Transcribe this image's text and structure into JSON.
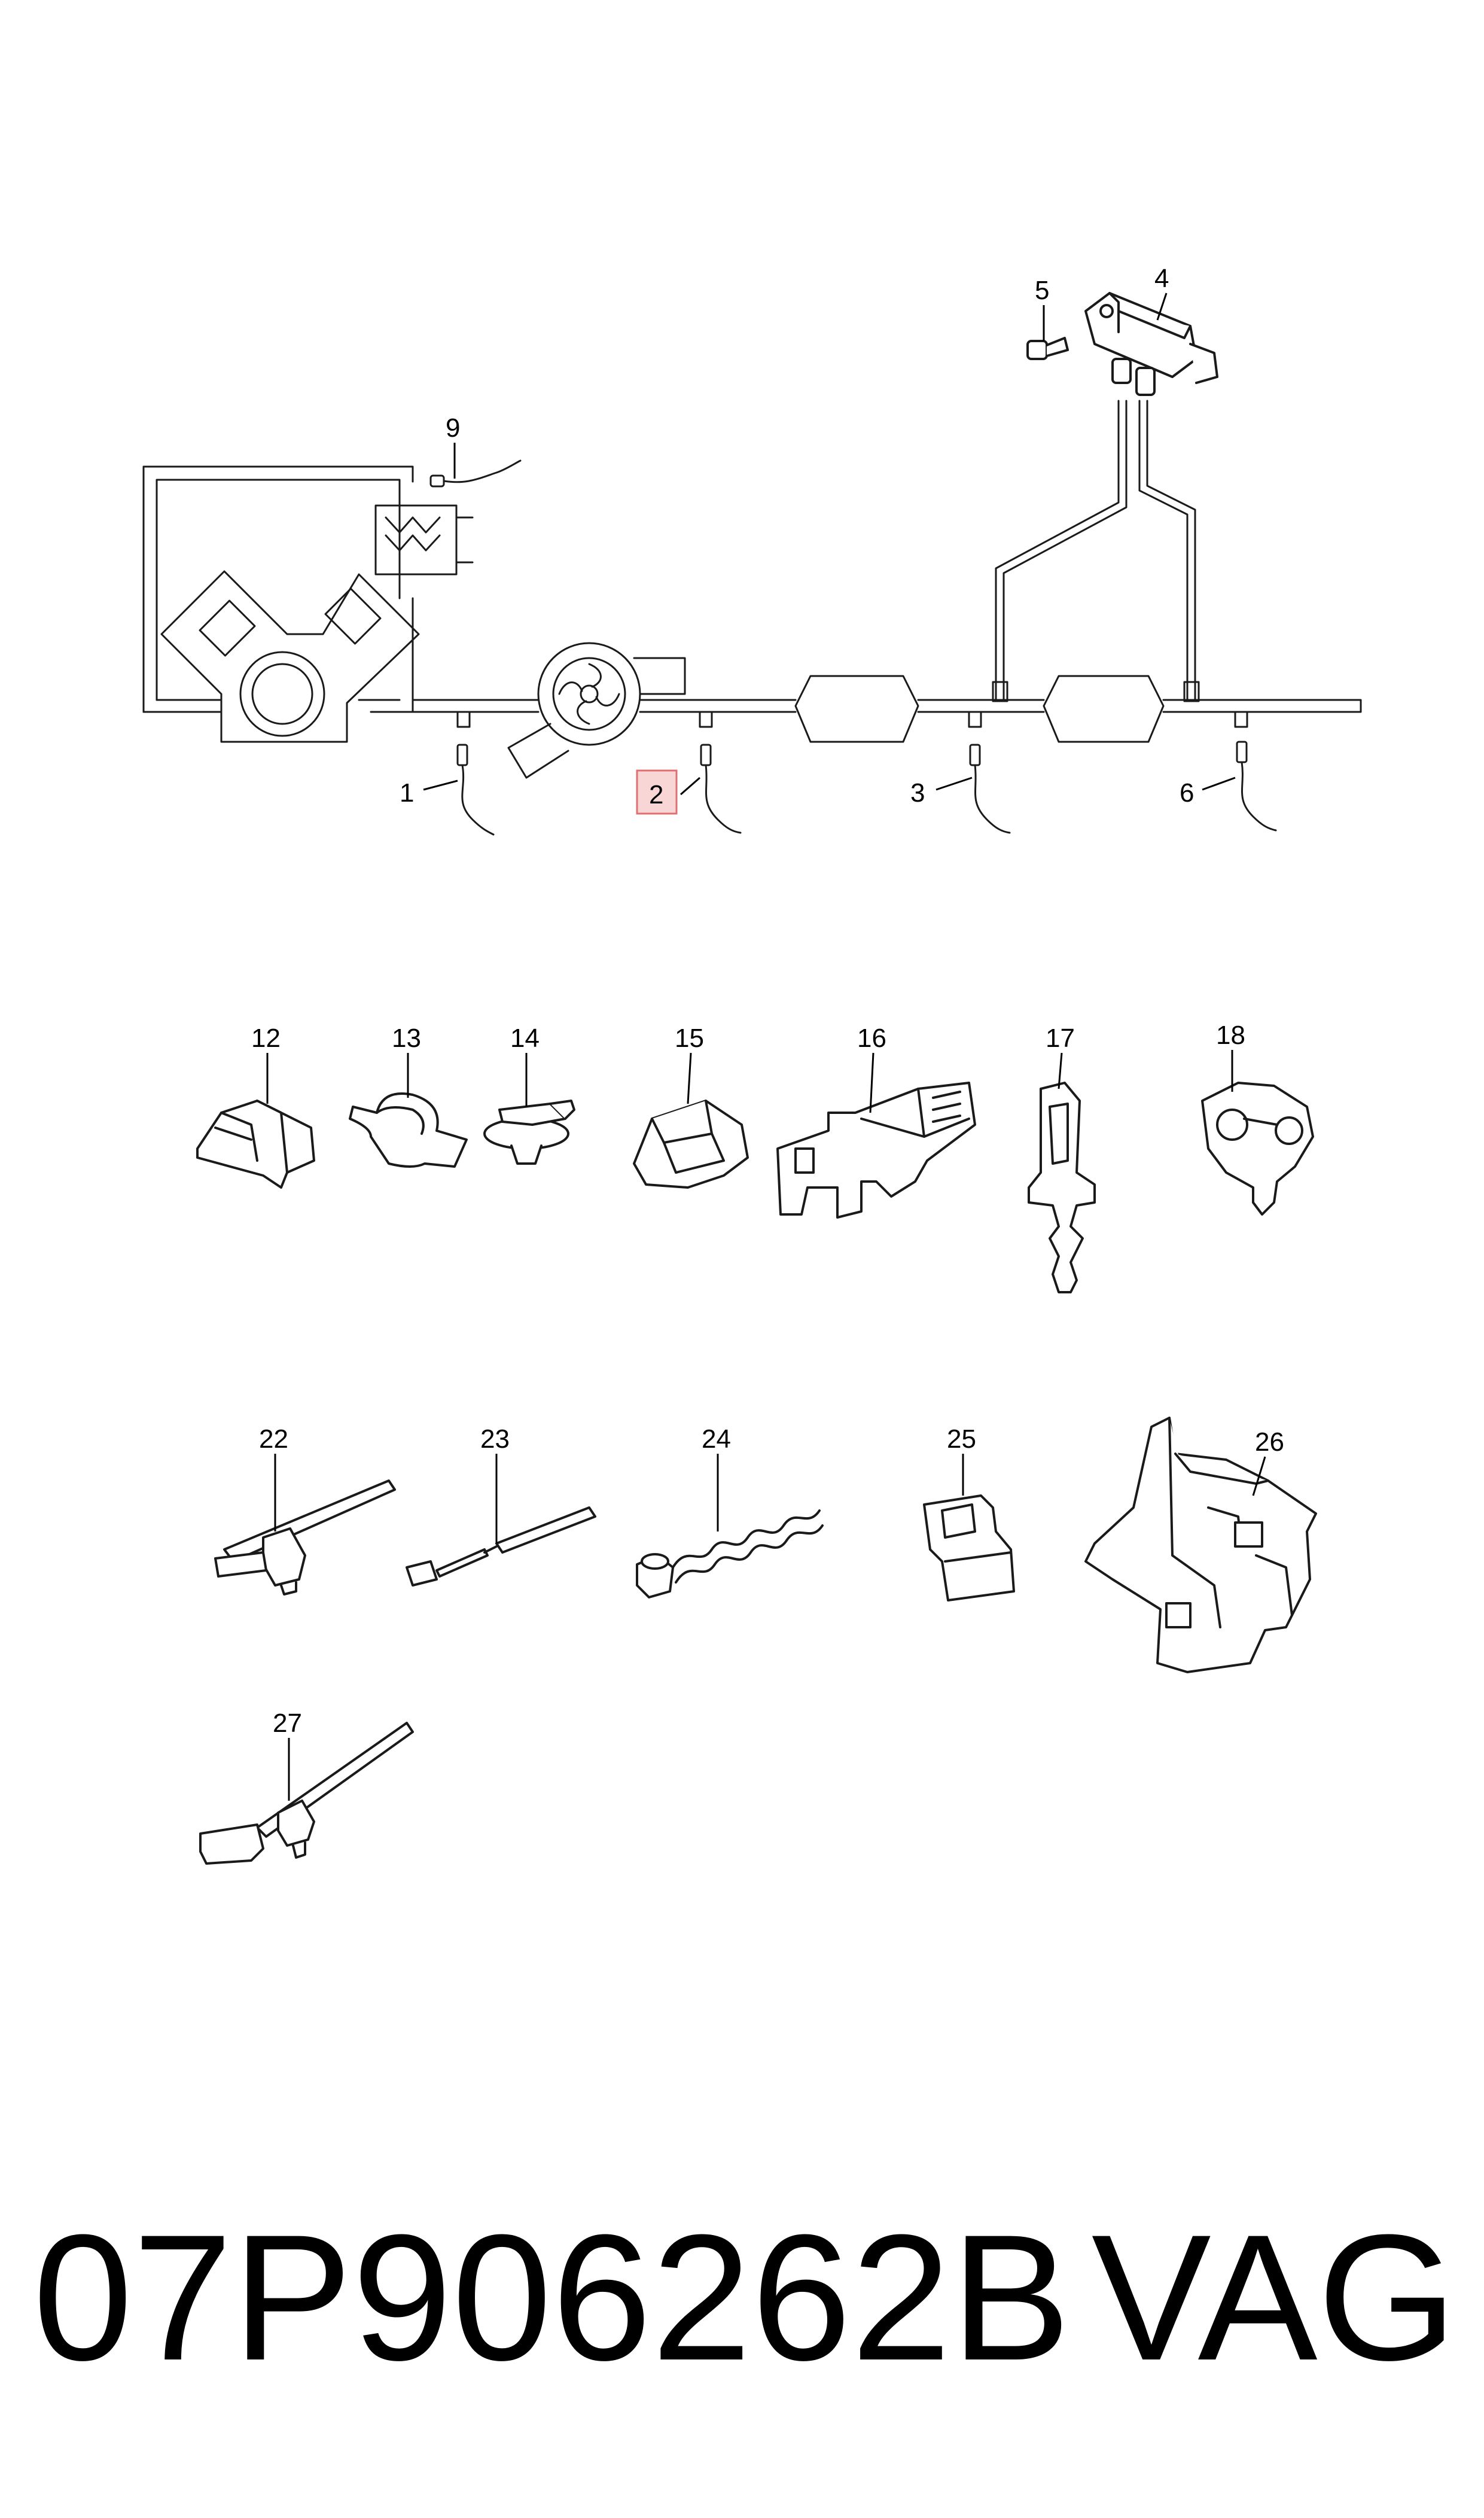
{
  "callouts": {
    "c1": "1",
    "c2": "2",
    "c3": "3",
    "c4": "4",
    "c5": "5",
    "c6": "6",
    "c9": "9",
    "c12": "12",
    "c13": "13",
    "c14": "14",
    "c15": "15",
    "c16": "16",
    "c17": "17",
    "c18": "18",
    "c22": "22",
    "c23": "23",
    "c24": "24",
    "c25": "25",
    "c26": "26",
    "c27": "27"
  },
  "highlighted_callout": "2",
  "colors": {
    "highlight_fill": "#f9d6d6",
    "highlight_stroke": "#e07070",
    "line": "#1a1a1a"
  },
  "footer": {
    "part_number": "07P906262B",
    "brand": "VAG"
  }
}
